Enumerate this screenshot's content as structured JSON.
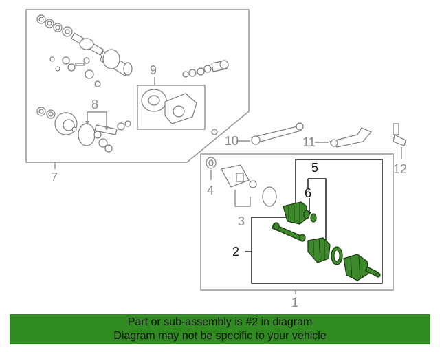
{
  "callouts": {
    "c1": "1",
    "c2": "2",
    "c3": "3",
    "c4": "4",
    "c5": "5",
    "c6": "6",
    "c7": "7",
    "c8": "8",
    "c9": "9",
    "c10": "10",
    "c11": "11",
    "c12": "12"
  },
  "banner": {
    "line1": "Part or sub-assembly is #2 in diagram",
    "line2": "Diagram may not be specific to your vehicle"
  },
  "colors": {
    "highlight": "#3d8a2a",
    "banner_bg": "#2f8a1f"
  }
}
